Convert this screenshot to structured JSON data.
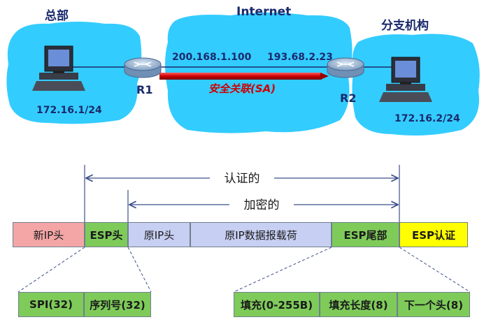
{
  "network": {
    "hq_label": "总部",
    "internet_label": "Internet",
    "branch_label": "分支机构",
    "r1_label": "R1",
    "r2_label": "R2",
    "r1_ip": "200.168.1.100",
    "r2_ip": "193.68.2.23",
    "sa_label": "安全关联(SA)",
    "hq_subnet": "172.16.1/24",
    "branch_subnet": "172.16.2/24"
  },
  "ranges": {
    "auth_label": "认证的",
    "encrypted_label": "加密的"
  },
  "packet": [
    {
      "label": "新IP头",
      "color": "#f4a6a6"
    },
    {
      "label": "ESP头",
      "color": "#7ecb5a"
    },
    {
      "label": "原IP头",
      "color": "#c7cff2"
    },
    {
      "label": "原IP数据报载荷",
      "color": "#c7cff2"
    },
    {
      "label": "ESP尾部",
      "color": "#7ecb5a"
    },
    {
      "label": "ESP认证",
      "color": "#ffff00"
    }
  ],
  "esp_header_fields": [
    "SPI(32)",
    "序列号(32)"
  ],
  "esp_trailer_fields": [
    "填充(0-255B)",
    "填充长度(8)",
    "下一个头(8)"
  ],
  "colors": {
    "cloud": "#33ccff",
    "sa_tunnel": "#cc0000",
    "sa_text": "#cc0000",
    "field_green": "#7ecb5a"
  }
}
